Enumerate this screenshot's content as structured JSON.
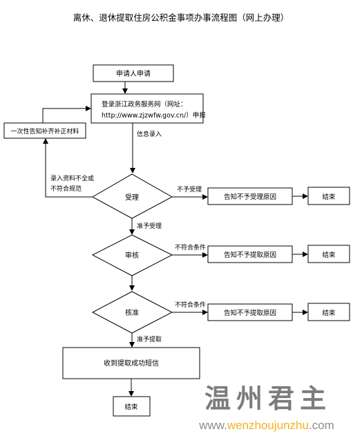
{
  "title": "离休、退休提取住房公积金事项办事流程图（网上办理）",
  "nodes": {
    "applicant": "申请人申请",
    "login_line1": "登录浙江政务服务网（网址：",
    "login_line2": "http://www.zjzwfw.gov.cn/）申报",
    "supplement": "一次性告知补齐补正材料",
    "accept": "受理",
    "review": "审核",
    "approve": "核准",
    "notify_reject": "告知不予受理原因",
    "notify_no_withdraw_1": "告知不予提取原因",
    "notify_no_withdraw_2": "告知不予提取原因",
    "end_1": "结束",
    "end_2": "结束",
    "end_3": "结束",
    "sms": "收到提取成功短信",
    "end_final": "结束"
  },
  "edges": {
    "info_entry": "信息录入",
    "incomplete_line1": "录入资料不全或",
    "incomplete_line2": "不符合规范",
    "not_accept": "不予受理",
    "accept_ok": "准予受理",
    "not_meet_1": "不符合条件",
    "not_meet_2": "不符合条件",
    "withdraw_ok": "准予提取"
  },
  "watermark": {
    "chinese": "温州君主",
    "url_prefix": "www.",
    "url_highlight": "wenzhoujunzhu",
    "url_suffix": ".com"
  },
  "colors": {
    "line": "#000000",
    "watermark_highlight": "#f0a500"
  }
}
